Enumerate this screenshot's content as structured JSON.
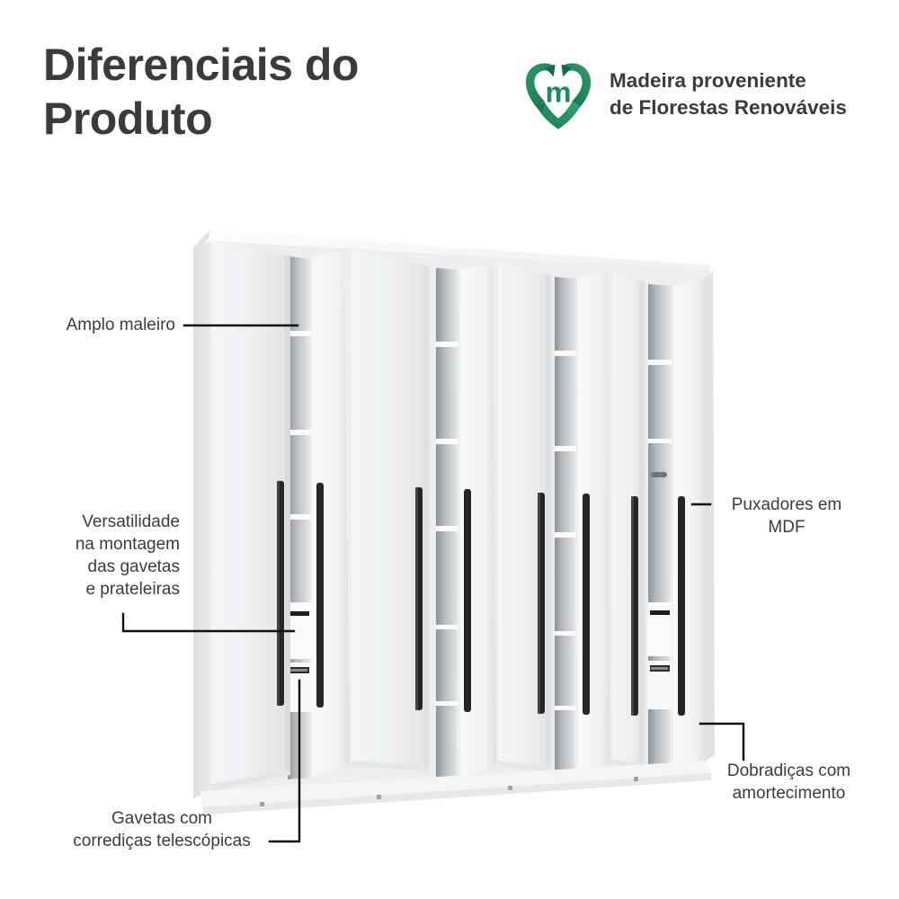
{
  "header": {
    "title": "Diferenciais do\nProduto",
    "badge": {
      "icon": "recycle-heart-logo",
      "text": "Madeira proveniente\nde Florestas Renováveis",
      "green_dark": "#1b6b4b",
      "green_mid": "#21855c",
      "green_light": "#2e9e6e",
      "letter": "m"
    },
    "title_color": "#3b3b3b"
  },
  "product": {
    "name": "guarda-roupa-8-portas",
    "body_color": "#f2f3f3",
    "door_color": "#ededee",
    "shadow_color": "#d7d8d9",
    "interior_color": "#b9bcbd",
    "handle_color": "#262626",
    "doors": 8,
    "handles": 8,
    "drawers": 2,
    "shelves_visible": 4
  },
  "callouts": [
    {
      "id": "amplo",
      "text": "Amplo maleiro",
      "align": "right",
      "line": "straight"
    },
    {
      "id": "vers",
      "text": "Versatilidade\nna montagem\ndas gavetas\ne prateleiras",
      "align": "right",
      "line": "elbow-down-right"
    },
    {
      "id": "gavetas",
      "text": "Gavetas com\ncorrediças telescópicas",
      "align": "center",
      "line": "elbow-right-up"
    },
    {
      "id": "pux",
      "text": "Puxadores em\nMDF",
      "align": "center",
      "line": "straight-left"
    },
    {
      "id": "dobr",
      "text": "Dobradiças com\namortecimento",
      "align": "center",
      "line": "elbow-left-down"
    }
  ],
  "callout_text": {
    "amplo": "Amplo maleiro",
    "versatilidade": "Versatilidade\nna montagem\ndas gavetas\ne prateleiras",
    "gavetas": "Gavetas com\ncorrediças telescópicas",
    "puxadores": "Puxadores em\nMDF",
    "dobradicas": "Dobradiças com\namortecimento"
  },
  "colors": {
    "text": "#3c3c3c",
    "leader_line": "#111111",
    "background": "#ffffff"
  }
}
